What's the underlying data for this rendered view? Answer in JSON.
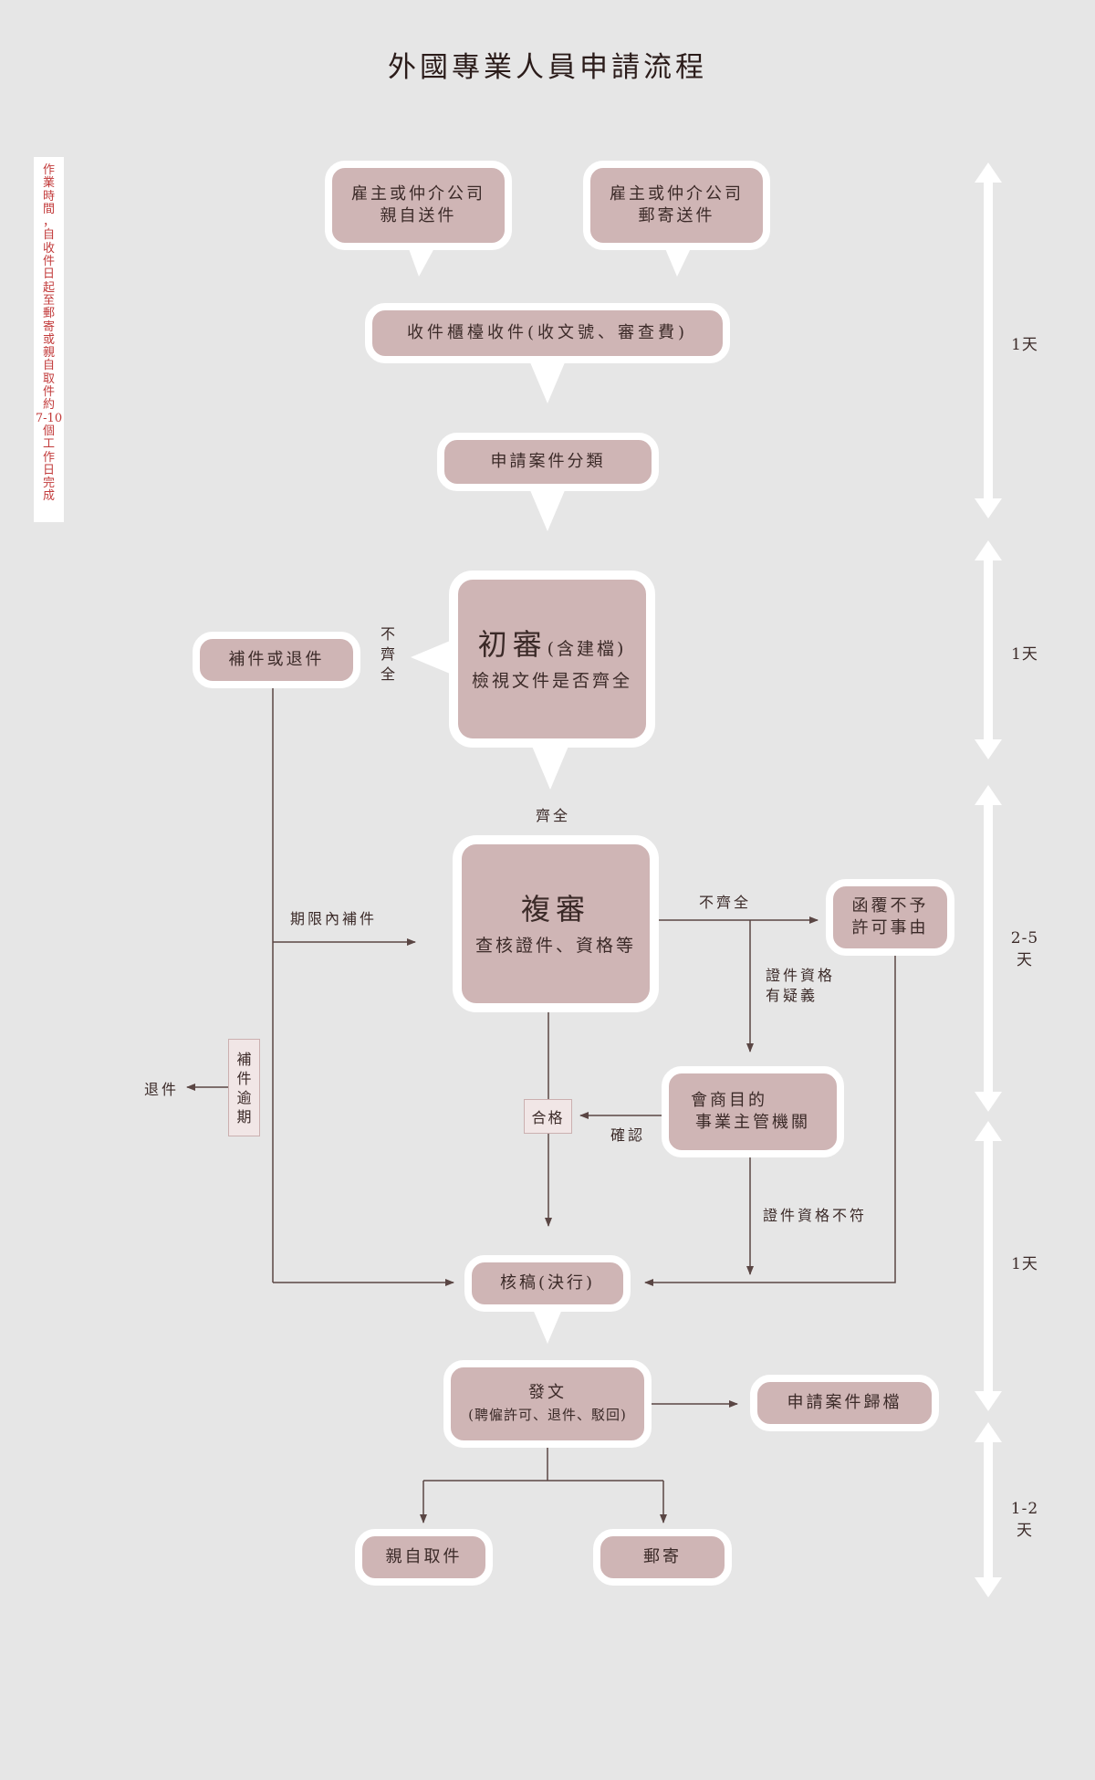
{
  "title": "外國專業人員申請流程",
  "side_note": [
    "作",
    "業",
    "時",
    "間",
    "，",
    "自",
    "收",
    "件",
    "日",
    "起",
    "至",
    "郵",
    "寄",
    "或",
    "親",
    "自",
    "取",
    "件",
    "約",
    "7-10",
    "個",
    "工",
    "作",
    "日",
    "完",
    "成"
  ],
  "nodes": {
    "employer_in_person": [
      "雇主或仲介公司",
      "親自送件"
    ],
    "employer_mail": [
      "雇主或仲介公司",
      "郵寄送件"
    ],
    "counter": "收件櫃檯收件(收文號、審查費)",
    "classify": "申請案件分類",
    "initial_title": "初審",
    "initial_note": "(含建檔)",
    "initial_sub": "檢視文件是否齊全",
    "supplement": "補件或退件",
    "review_title": "複審",
    "review_sub": "查核證件、資格等",
    "reply": [
      "函覆不予",
      "許可事由"
    ],
    "consult": [
      "會商目的",
      "事業主管機關"
    ],
    "approve": "核稿(決行)",
    "issue": "發文",
    "issue_sub": "(聘僱許可、退件、駁回)",
    "archive": "申請案件歸檔",
    "pickup": "親自取件",
    "mail": "郵寄"
  },
  "labels": {
    "incomplete_vertical": [
      "不",
      "齊",
      "全"
    ],
    "complete": "齊全",
    "incomplete": "不齊全",
    "within_deadline": "期限內補件",
    "doubt": [
      "證件資格",
      "有疑義"
    ],
    "overdue": [
      "補",
      "件",
      "逾",
      "期"
    ],
    "returned": "退件",
    "qualified": "合格",
    "confirm": "確認",
    "not_match": "證件資格不符"
  },
  "durations": {
    "d1": "1天",
    "d2": "1天",
    "d3": [
      "2-5",
      "天"
    ],
    "d4": "1天",
    "d5": [
      "1-2",
      "天"
    ]
  },
  "colors": {
    "box_fill": "#cfb5b5",
    "box_border": "#ffffff",
    "line": "#5a4644",
    "note_text": "#c23b3b",
    "background": "#e6e6e6"
  }
}
